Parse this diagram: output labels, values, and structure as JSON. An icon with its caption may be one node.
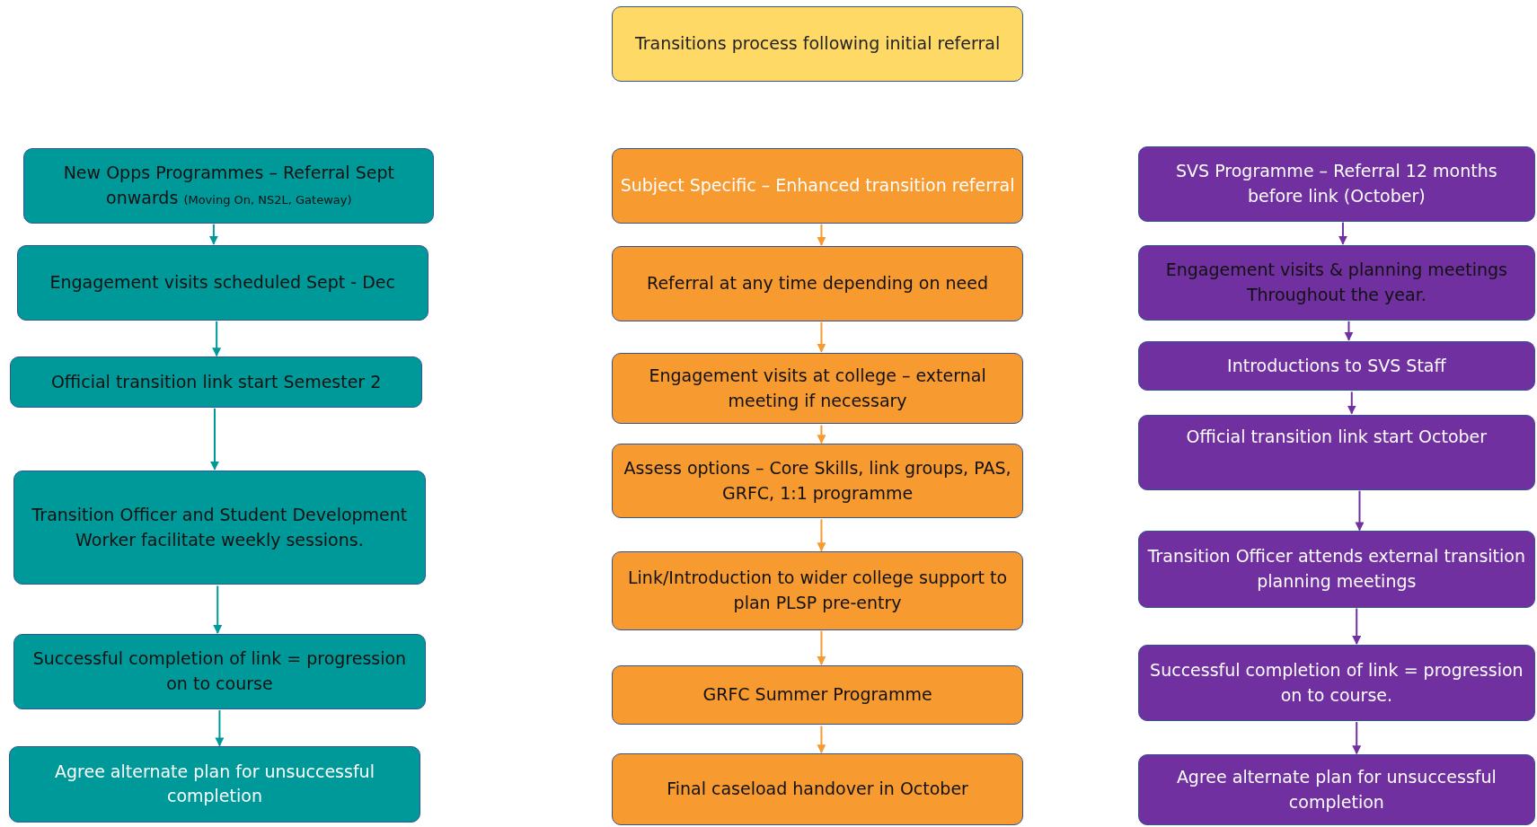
{
  "diagram": {
    "nodes": [
      {
        "text": [
          "Transitions process following initial referral"
        ]
      },
      {
        "text": [
          "New Opps Programmes – Referral Sept onwards",
          "(Moving On, NS2L, Gateway)"
        ]
      },
      {
        "text": [
          "Engagement visits scheduled Sept - Dec"
        ]
      },
      {
        "text": [
          "Official transition link start Semester 2"
        ]
      },
      {
        "text": [
          "Transition Officer and Student Development Worker facilitate weekly sessions."
        ]
      },
      {
        "text": [
          "Successful completion of link = progression on to course"
        ]
      },
      {
        "text": [
          "Agree alternate plan for unsuccessful completion"
        ]
      },
      {
        "text": [
          "Subject Specific – Enhanced transition referral"
        ]
      },
      {
        "text": [
          "Referral at any time depending on need"
        ]
      },
      {
        "text": [
          "Engagement visits at college – external meeting if necessary"
        ]
      },
      {
        "text": [
          "Assess options – Core Skills, link groups, PAS, GRFC, 1:1 programme"
        ]
      },
      {
        "text": [
          "Link/Introduction to wider college support to plan PLSP pre-entry"
        ]
      },
      {
        "text": [
          "GRFC Summer Programme"
        ]
      },
      {
        "text": [
          "Final caseload handover in October"
        ]
      },
      {
        "text": [
          "SVS Programme – Referral 12 months before link (October)"
        ]
      },
      {
        "text": [
          "Engagement visits & planning meetings Throughout the year."
        ]
      },
      {
        "text": [
          "Introductions to SVS Staff"
        ]
      },
      {
        "text": [
          "Official transition link start October"
        ]
      },
      {
        "text": [
          "Transition Officer attends external transition planning meetings"
        ]
      },
      {
        "text": [
          "Successful completion of link = progression on to course."
        ]
      },
      {
        "text": [
          "Agree alternate plan for unsuccessful completion"
        ]
      }
    ],
    "edges": [
      {
        "from": 1,
        "to": 2,
        "arrow": "to",
        "color": "#009999"
      },
      {
        "from": 2,
        "to": 3,
        "arrow": "to",
        "color": "#009999"
      },
      {
        "from": 3,
        "to": 4,
        "arrow": "to",
        "color": "#009999"
      },
      {
        "from": 4,
        "to": 5,
        "arrow": "to",
        "color": "#009999"
      },
      {
        "from": 5,
        "to": 6,
        "arrow": "to",
        "color": "#009999"
      },
      {
        "from": 7,
        "to": 8,
        "arrow": "to",
        "color": "#f79a30"
      },
      {
        "from": 8,
        "to": 9,
        "arrow": "to",
        "color": "#f79a30"
      },
      {
        "from": 9,
        "to": 10,
        "arrow": "to",
        "color": "#f79a30"
      },
      {
        "from": 10,
        "to": 11,
        "arrow": "to",
        "color": "#f79a30"
      },
      {
        "from": 11,
        "to": 12,
        "arrow": "to",
        "color": "#f79a30"
      },
      {
        "from": 12,
        "to": 13,
        "arrow": "to",
        "color": "#f79a30"
      },
      {
        "from": 14,
        "to": 15,
        "arrow": "to",
        "color": "#7030a0"
      },
      {
        "from": 15,
        "to": 16,
        "arrow": "to",
        "color": "#7030a0"
      },
      {
        "from": 16,
        "to": 17,
        "arrow": "to",
        "color": "#7030a0"
      },
      {
        "from": 17,
        "to": 18,
        "arrow": "to",
        "color": "#7030a0"
      },
      {
        "from": 18,
        "to": 19,
        "arrow": "to",
        "color": "#7030a0"
      },
      {
        "from": 19,
        "to": 20,
        "arrow": "to",
        "color": "#7030a0"
      }
    ]
  }
}
